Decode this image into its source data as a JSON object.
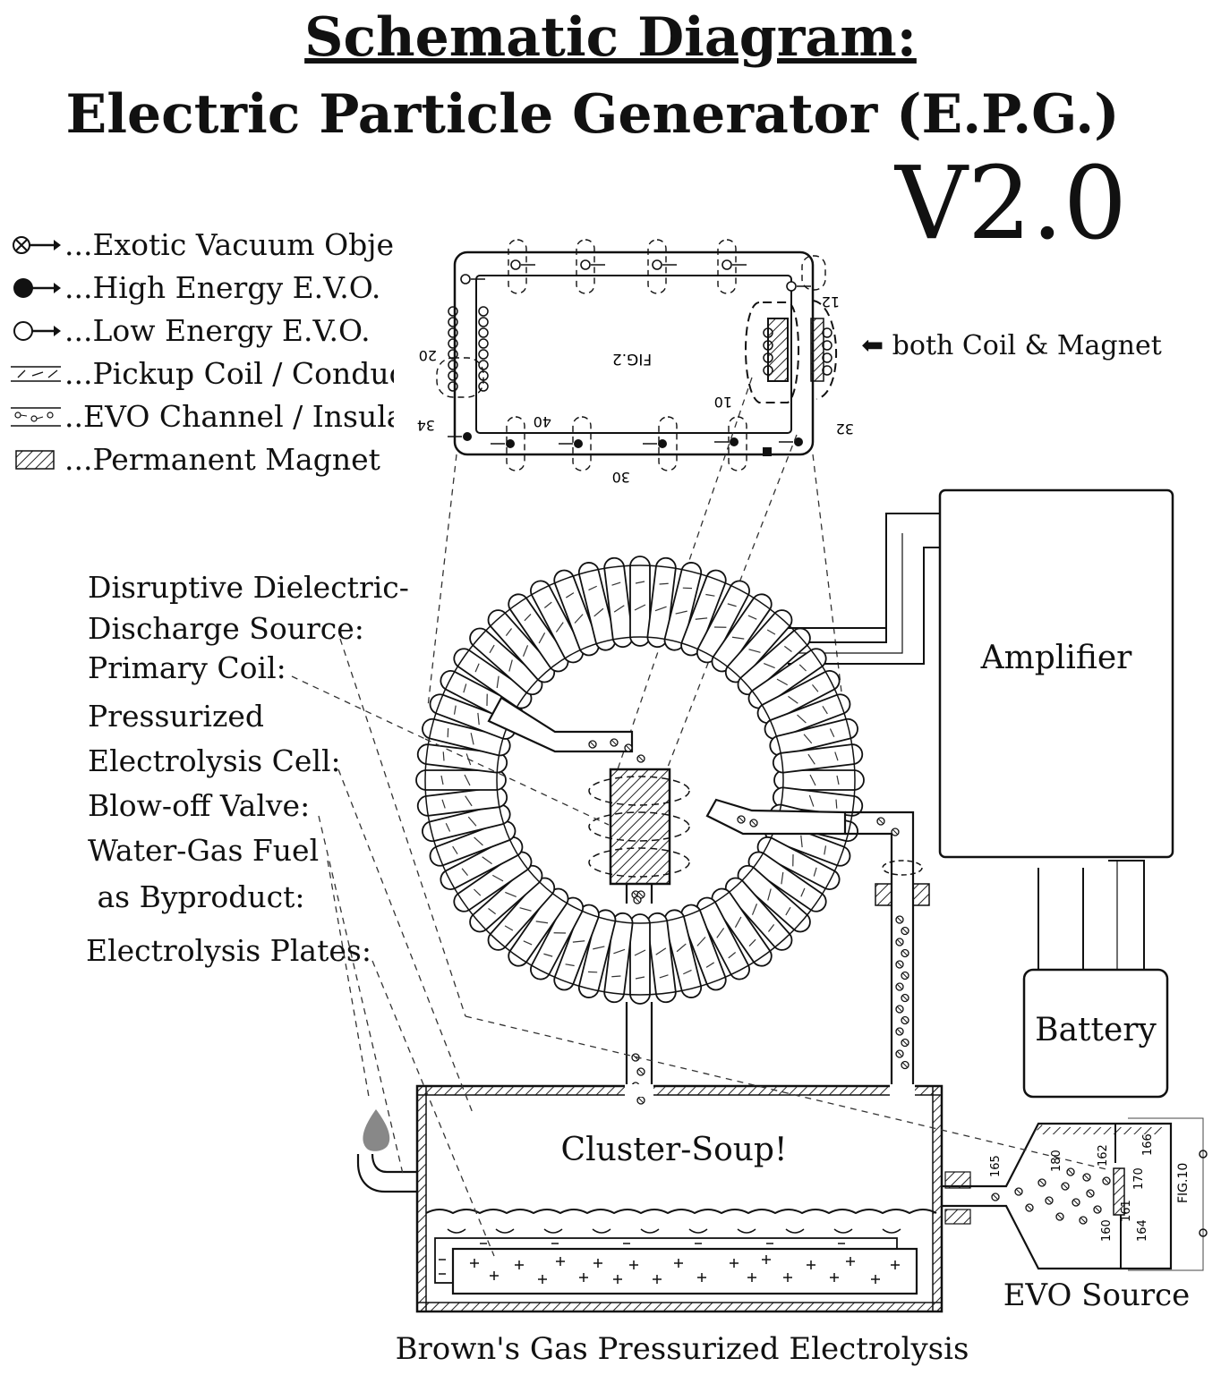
{
  "header": {
    "title_line1": "Schematic Diagram:",
    "title_line2": "Electric Particle Generator (E.P.G.)",
    "version": "V2.0"
  },
  "legend": {
    "items": [
      {
        "icon": "exotic-vacuum-object-icon",
        "label": "...Exotic Vacuum Objec"
      },
      {
        "icon": "high-energy-evo-icon",
        "label": "...High Energy E.V.O."
      },
      {
        "icon": "low-energy-evo-icon",
        "label": "...Low Energy E.V.O."
      },
      {
        "icon": "pickup-coil-icon",
        "label": "...Pickup Coil / Conduct"
      },
      {
        "icon": "evo-channel-icon",
        "label": "..EVO Channel / Insula"
      },
      {
        "icon": "permanent-magnet-icon",
        "label": "...Permanent Magnet"
      }
    ]
  },
  "fig2": {
    "caption": "FIG.2",
    "note": "⬅ both Coil & Magnet",
    "refs": [
      "20",
      "12",
      "10",
      "34",
      "40",
      "30",
      "32"
    ]
  },
  "component_labels": {
    "discharge_line1": "Disruptive Dielectric-",
    "discharge_line2": "Discharge Source:",
    "primary_coil": "Primary Coil:",
    "cell_line1": "Pressurized",
    "cell_line2": "Electrolysis Cell:",
    "valve": "Blow-off Valve:",
    "fuel_line1": "Water-Gas Fuel",
    "fuel_line2": " as Byproduct:",
    "plates": "Electrolysis Plates:"
  },
  "boxes": {
    "amplifier": "Amplifier",
    "battery": "Battery"
  },
  "tank": {
    "label": "Cluster-Soup!",
    "caption": "Brown's Gas Pressurized Electrolysis"
  },
  "evo_source": {
    "label": "EVO Source",
    "fig": "FIG.10",
    "refs": [
      "165",
      "180",
      "162",
      "166",
      "170",
      "160",
      "161",
      "164"
    ]
  }
}
